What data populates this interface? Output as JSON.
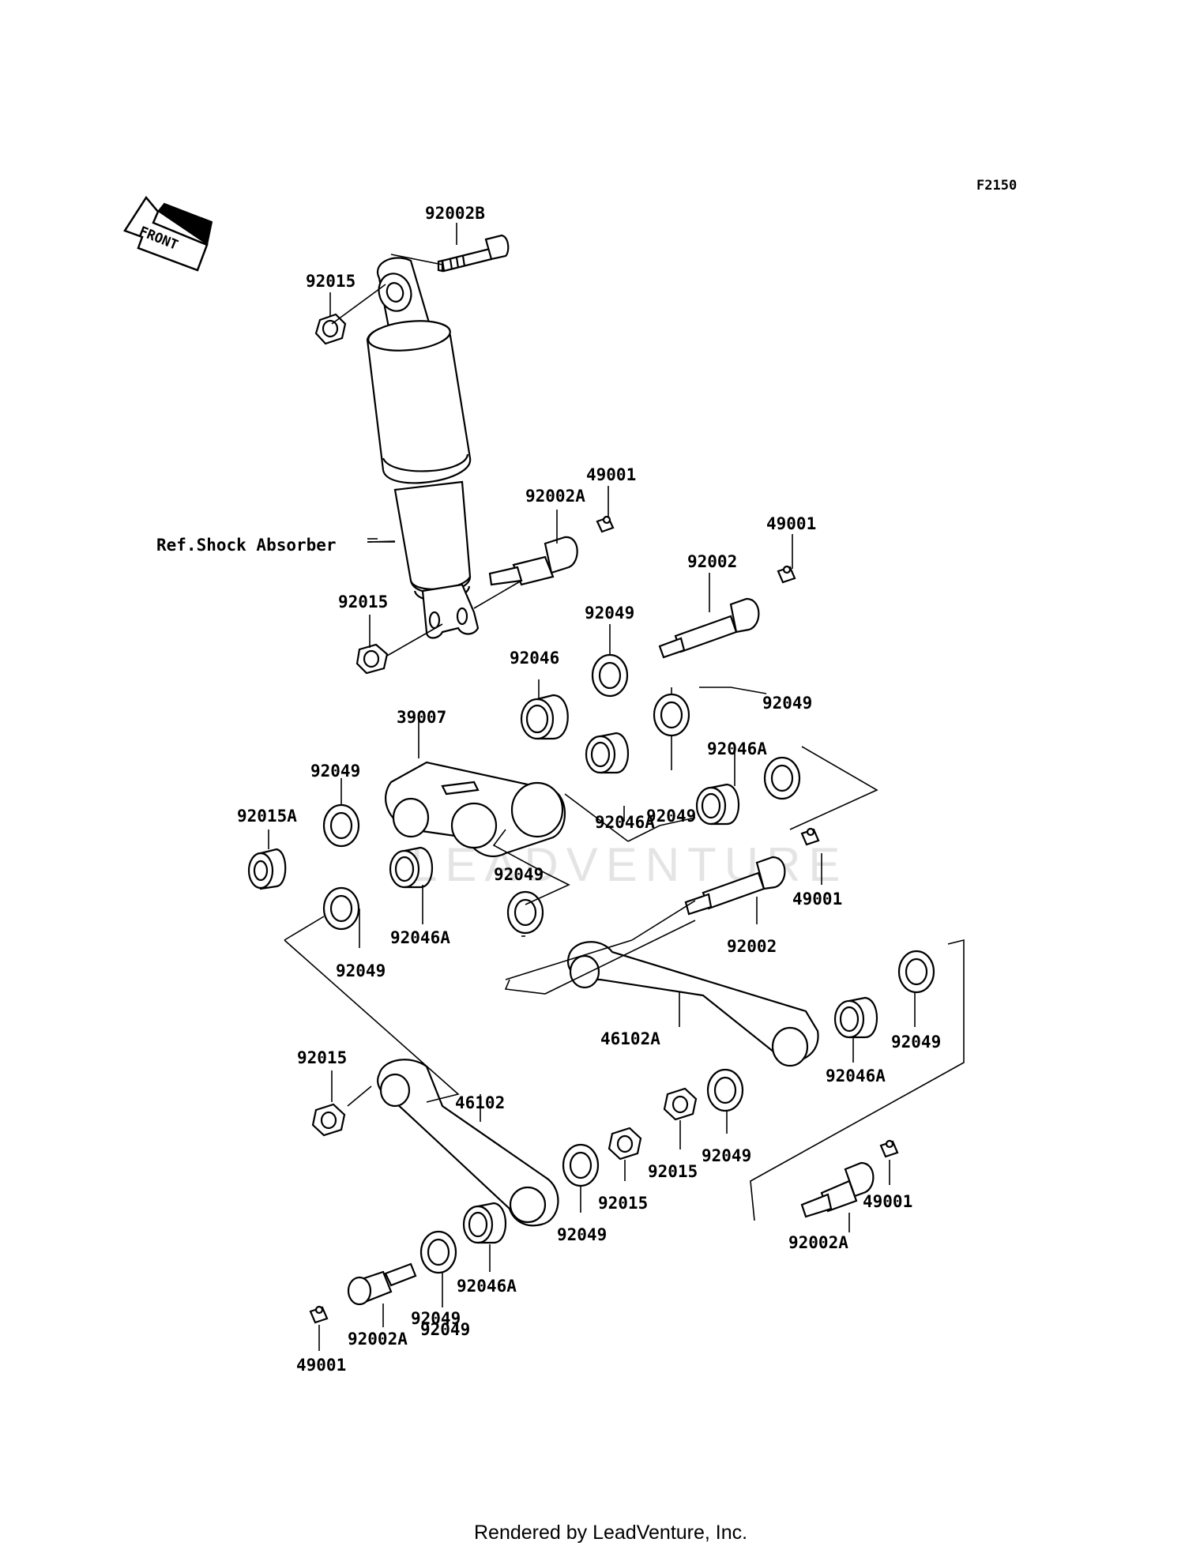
{
  "diagram": {
    "code": "F2150",
    "front_label": "FRONT",
    "reference_label": "Ref.Shock Absorber",
    "footer": "Rendered by LeadVenture, Inc.",
    "watermark": "LEADVENTURE",
    "part_labels": {
      "p92002B": "92002B",
      "p92015_top": "92015",
      "p49001_a": "49001",
      "p92002A_a": "92002A",
      "p49001_b": "49001",
      "p92002_a": "92002",
      "p92015_b": "92015",
      "p92049_a": "92049",
      "p92046": "92046",
      "p92049_b": "92049",
      "p92046A_a": "92046A",
      "p39007": "39007",
      "p92049_c": "92049",
      "p92049_d": "92049",
      "p92046A_b": "92046A",
      "p92015A": "92015A",
      "p92049_e": "92049",
      "p92046A_c": "92046A",
      "p49001_c": "49001",
      "p92002_b": "92002",
      "p92049_f": "92049",
      "p92049_g": "92049",
      "p46102A": "46102A",
      "p92046A_d": "92046A",
      "p92049_h": "92049",
      "p92015_c": "92015",
      "p46102": "46102",
      "p92049_i": "92049",
      "p92015_d": "92015",
      "p92015_e": "92015",
      "p92049_j": "92049",
      "p49001_d": "49001",
      "p92002A_b": "92002A",
      "p92046A_e": "92046A",
      "p92049_k": "92049",
      "p92002A_c": "92002A",
      "p49001_e": "49001"
    }
  }
}
